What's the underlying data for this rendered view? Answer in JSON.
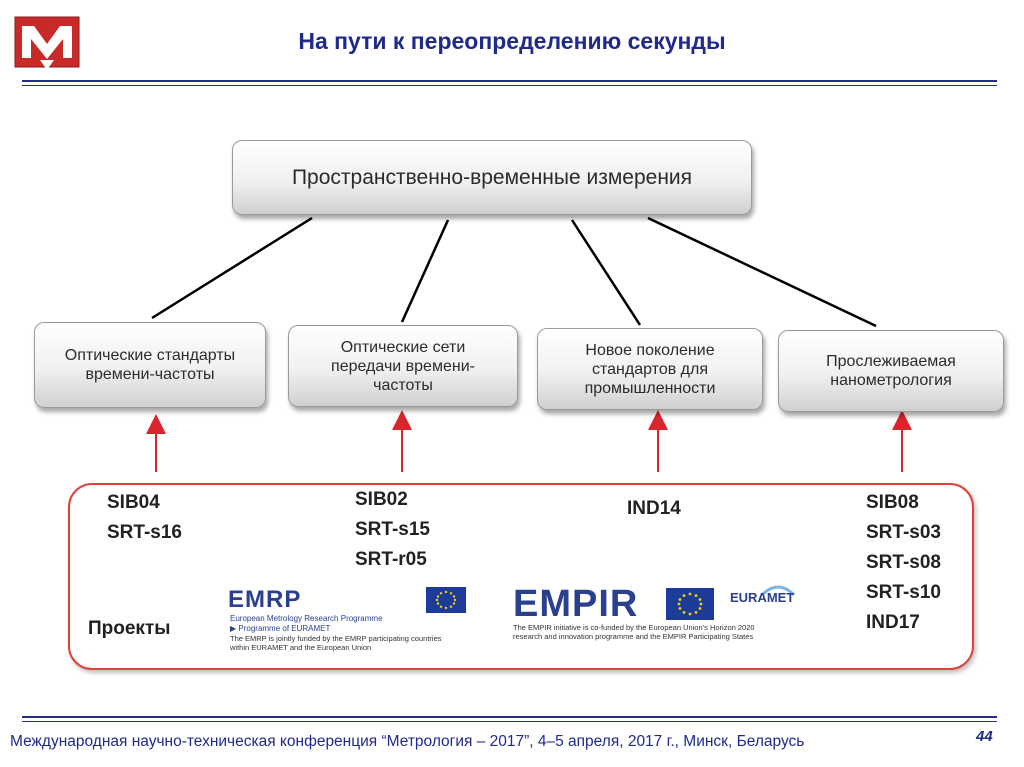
{
  "slide": {
    "title": "На пути к переопределению секунды",
    "footer": "Международная научно-техническая конференция “Метрология – 2017”, 4–5 апреля, 2017 г., Минск, Беларусь",
    "page_number": "44"
  },
  "diagram": {
    "root": "Пространственно-временные измерения",
    "children": [
      "Оптические стандарты времени-частоты",
      "Оптические сети передачи времени-частоты",
      "Новое поколение стандартов для промышленности",
      "Прослеживаемая нанометрология"
    ]
  },
  "projects": {
    "label": "Проекты",
    "group1": [
      "SIB04",
      "SRT-s16"
    ],
    "group2": [
      "SIB02",
      "SRT-s15",
      "SRT-r05"
    ],
    "group3": [
      "IND14"
    ],
    "group4": [
      "SIB08",
      "SRT-s03",
      "SRT-s08",
      "SRT-s10",
      "IND17"
    ]
  },
  "logos": {
    "emrp": {
      "name": "EMRP",
      "subtitle": "European Metrology Research Programme",
      "programme": "Programme of EURAMET",
      "note1": "The EMRP is jointly funded by the EMRP participating countries",
      "note2": "within EURAMET and the European Union"
    },
    "empir": {
      "name": "EMPIR",
      "euramet": "EURAMET",
      "note1": "The EMPIR initiative is co-funded by the European Union's Horizon 2020",
      "note2": "research and innovation programme and the EMPIR Participating States"
    }
  },
  "colors": {
    "title": "#1f2a8a",
    "arrow": "#d9262c",
    "frame": "#e0413a"
  }
}
